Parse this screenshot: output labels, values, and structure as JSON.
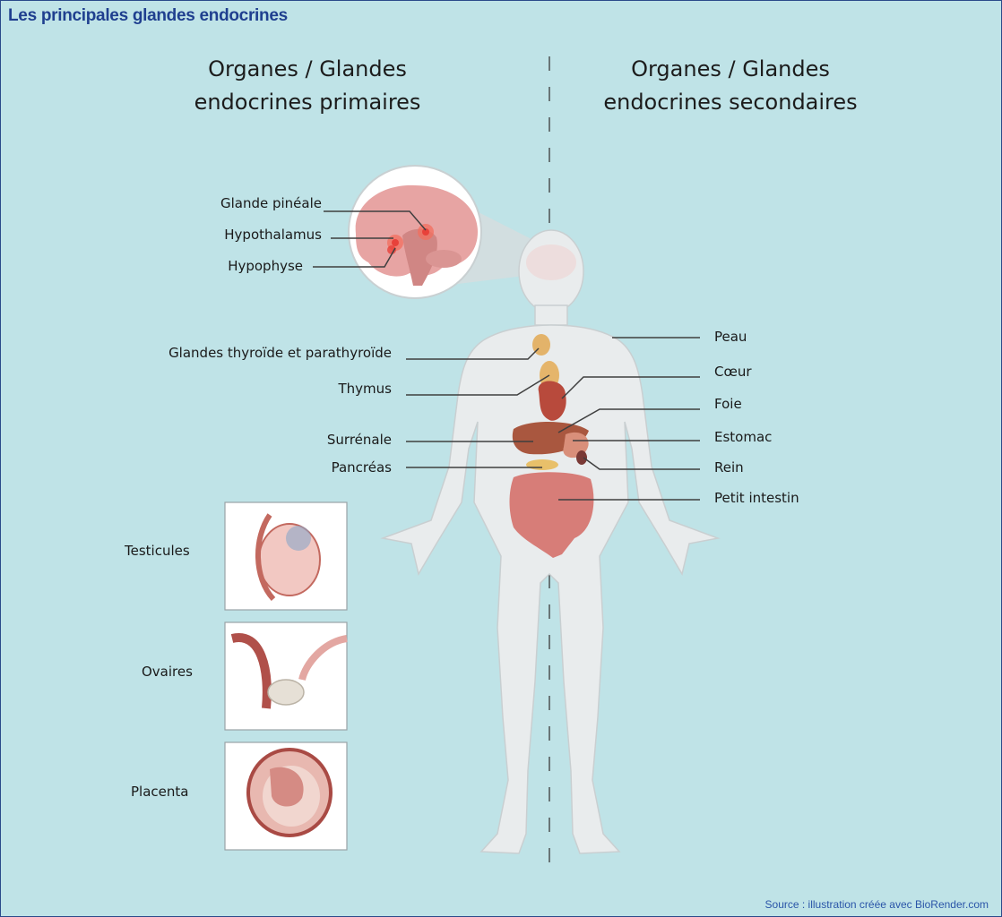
{
  "title": "Les principales glandes endocrines",
  "left_heading": {
    "line1": "Organes / Glandes",
    "line2": "endocrines primaires"
  },
  "right_heading": {
    "line1": "Organes / Glandes",
    "line2": "endocrines secondaires"
  },
  "primary_labels": {
    "pineal": "Glande pinéale",
    "hypothalamus": "Hypothalamus",
    "pituitary": "Hypophyse",
    "thyroid": "Glandes thyroïde et parathyroïde",
    "thymus": "Thymus",
    "adrenal": "Surrénale",
    "pancreas": "Pancréas",
    "testes": "Testicules",
    "ovaries": "Ovaires",
    "placenta": "Placenta"
  },
  "secondary_labels": {
    "skin": "Peau",
    "heart": "Cœur",
    "liver": "Foie",
    "stomach": "Estomac",
    "kidney": "Rein",
    "small_intestine": "Petit intestin"
  },
  "source": "Source : illustration créée avec BioRender.com",
  "colors": {
    "background": "#bfe3e7",
    "title": "#1f3f8f",
    "source": "#2a55a8",
    "body": "#e8ebec",
    "organ": "#c9706e",
    "highlight": "#e8413a"
  }
}
